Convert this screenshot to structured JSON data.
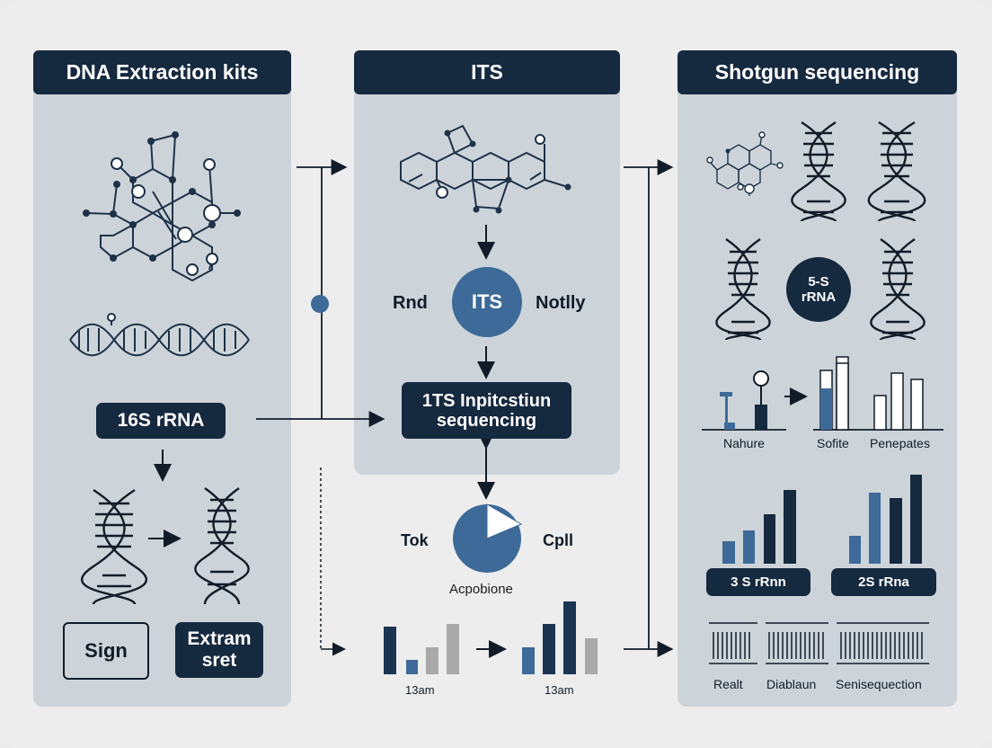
{
  "panels": {
    "left": {
      "title": "DNA Extraction kits"
    },
    "middle": {
      "title": "ITS"
    },
    "right": {
      "title": "Shotgun sequencing"
    }
  },
  "left_panel": {
    "rrna_label": "16S rRNA",
    "sign_button": "Sign",
    "extram_line1": "Extram",
    "extram_line2": "sret"
  },
  "middle_panel": {
    "its_circle": "ITS",
    "left_word": "Rnd",
    "right_word": "Notlly",
    "seq_box_line1": "1TS Inpitcstiun",
    "seq_box_line2": "sequencing",
    "pie_left": "Tok",
    "pie_right": "Cpll",
    "pie_caption": "Acpobione",
    "chart_caption_left": "13am",
    "chart_caption_right": "13am"
  },
  "right_panel": {
    "center_circle_line1": "5-S",
    "center_circle_line2": "rRNA",
    "bar_labels": [
      "Nahure",
      "Sofite",
      "Penepates"
    ],
    "badge_left": "3 S rRnn",
    "badge_right": "2S rRna",
    "bottom_labels": [
      "Realt",
      "Diablaun",
      "Senisequection"
    ]
  },
  "colors": {
    "navy": "#15293f",
    "steel_blue": "#3d6a98",
    "gray_bar": "#a9a9a9",
    "panel_bg": "#cdd4d9"
  }
}
